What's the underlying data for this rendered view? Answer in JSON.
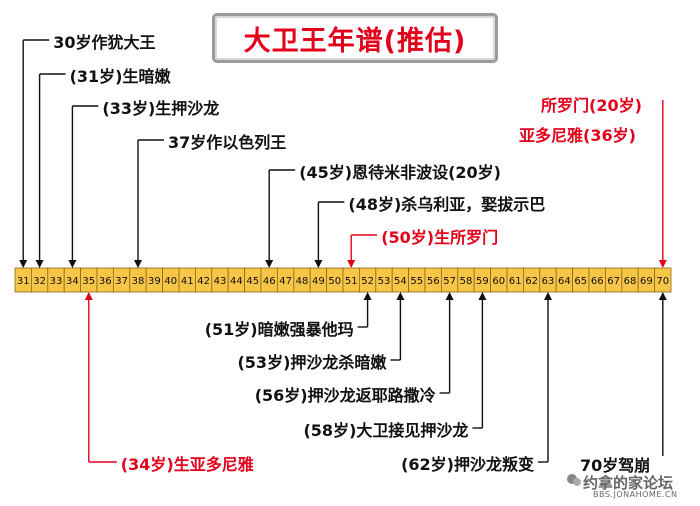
{
  "title": "大卫王年谱(推估)",
  "colors": {
    "black": "#111111",
    "red": "#e3001b",
    "cell_fill": "#f7c548",
    "cell_stroke": "#8a6a1a",
    "line": "#111111"
  },
  "scale": {
    "start": 31,
    "end": 70
  },
  "events_above": [
    {
      "age": 31,
      "text": "30岁作犹大王",
      "color": "black"
    },
    {
      "age": 32,
      "text": "(31岁)生暗嫩",
      "color": "black"
    },
    {
      "age": 34,
      "text": "(33岁)生押沙龙",
      "color": "black"
    },
    {
      "age": 38,
      "text": "37岁作以色列王",
      "color": "black"
    },
    {
      "age": 46,
      "text": "(45岁)恩待米非波设(20岁)",
      "color": "black"
    },
    {
      "age": 49,
      "text": "(48岁)杀乌利亚，娶拔示巴",
      "color": "black"
    },
    {
      "age": 51,
      "text": "(50岁)生所罗门",
      "color": "red"
    }
  ],
  "events_above_right": [
    {
      "age": 70,
      "text1": "所罗门(20岁)",
      "text2": "亚多尼雅(36岁)",
      "color": "red"
    }
  ],
  "events_below": [
    {
      "age": 52,
      "text": "(51岁)暗嫩强暴他玛",
      "color": "black"
    },
    {
      "age": 54,
      "text": "(53岁)押沙龙杀暗嫩",
      "color": "black"
    },
    {
      "age": 57,
      "text": "(56岁)押沙龙返耶路撒冷",
      "color": "black"
    },
    {
      "age": 59,
      "text": "(58岁)大卫接见押沙龙",
      "color": "black"
    },
    {
      "age": 63,
      "text": "(62岁)押沙龙叛变",
      "color": "black"
    },
    {
      "age": 35,
      "text": "(34岁)生亚多尼雅",
      "color": "red"
    },
    {
      "age": 70,
      "text": "70岁驾崩",
      "color": "black"
    }
  ],
  "watermark": {
    "line1": "约拿的家论坛",
    "line2": "BBS.JONAHOME.CN"
  }
}
